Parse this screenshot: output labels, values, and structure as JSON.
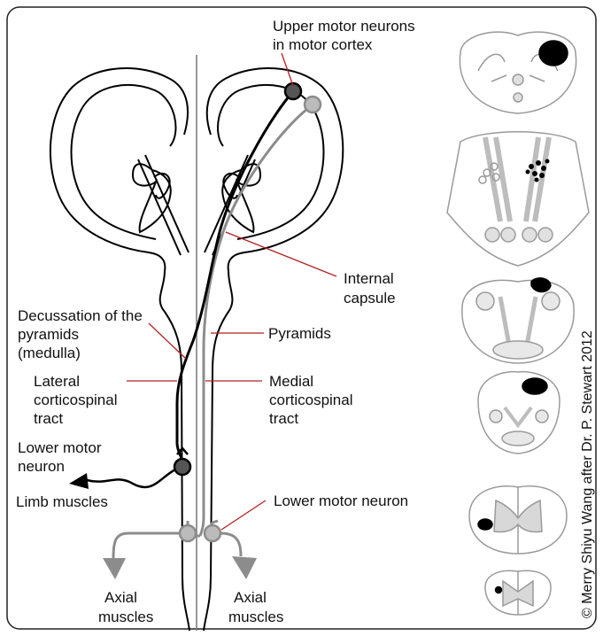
{
  "labels": {
    "upper_motor_line1": "Upper motor neurons",
    "upper_motor_line2": "in motor cortex",
    "internal_capsule_line1": "Internal",
    "internal_capsule_line2": "capsule",
    "decussation_line1": "Decussation of the",
    "decussation_line2": "pyramids",
    "decussation_line3": "(medulla)",
    "pyramids": "Pyramids",
    "lateral_line1": "Lateral",
    "lateral_line2": "corticospinal",
    "lateral_line3": "tract",
    "medial_line1": "Medial",
    "medial_line2": "corticospinal",
    "medial_line3": "tract",
    "lower_motor_left_line1": "Lower motor",
    "lower_motor_left_line2": "neuron",
    "limb_muscles": "Limb muscles",
    "lower_motor_right": "Lower motor neuron",
    "axial_left_line1": "Axial",
    "axial_left_line2": "muscles",
    "axial_right_line1": "Axial",
    "axial_right_line2": "muscles"
  },
  "credit": "© Merry Shiyu Wang after Dr. P. Stewart 2012",
  "colors": {
    "lateral_tract": "#000000",
    "medial_tract": "#8c8c8c",
    "leader_lines": "#b22222",
    "outline": "#000000",
    "section_outline": "#9a9a9a",
    "section_fill": "#d8d8d8",
    "lesion": "#000000"
  }
}
